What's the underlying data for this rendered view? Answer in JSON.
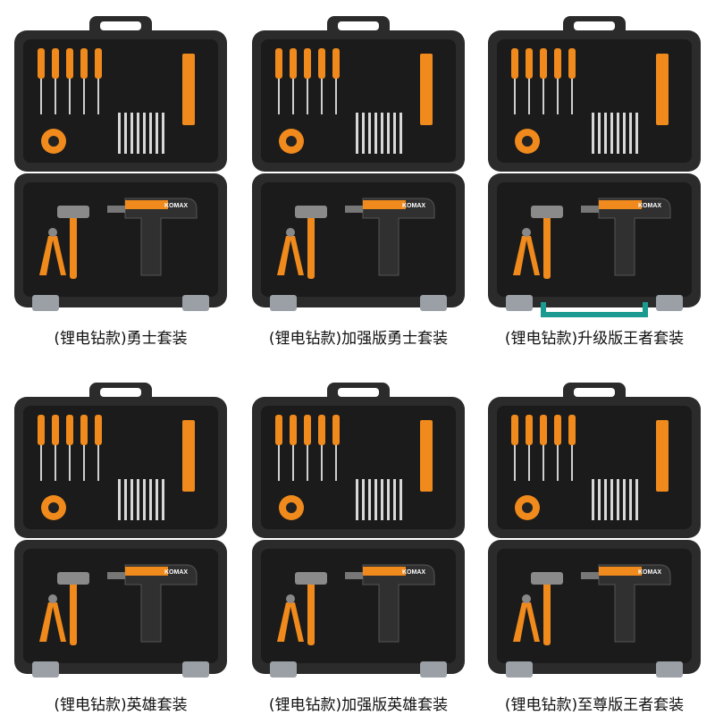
{
  "colors": {
    "case_dark": "#2b2b2b",
    "case_mid": "#3a3a3a",
    "tray": "#1b1b1b",
    "accent": "#f08a1c",
    "handle_teal": "#1a9a90",
    "latch": "#9aa0a6"
  },
  "brand": "KOMAX",
  "kits": [
    {
      "caption": "(锂电钻款)勇士套装",
      "teal_handle": false
    },
    {
      "caption": "(锂电钻款)加强版勇士套装",
      "teal_handle": false
    },
    {
      "caption": "(锂电钻款)升级版王者套装",
      "teal_handle": true
    },
    {
      "caption": "(锂电钻款)英雄套装",
      "teal_handle": false
    },
    {
      "caption": "(锂电钻款)加强版英雄套装",
      "teal_handle": false
    },
    {
      "caption": "(锂电钻款)至尊版王者套装",
      "teal_handle": false
    }
  ]
}
